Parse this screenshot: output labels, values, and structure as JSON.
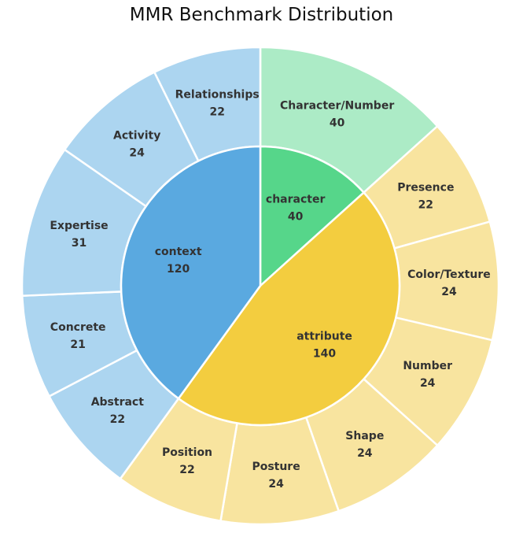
{
  "chart_data": {
    "type": "sunburst",
    "title": "MMR Benchmark Distribution",
    "inner": [
      {
        "name": "character",
        "value": 40,
        "color": "#56d68a"
      },
      {
        "name": "attribute",
        "value": 140,
        "color": "#f3cd3f"
      },
      {
        "name": "context",
        "value": 120,
        "color": "#5aa9e0"
      }
    ],
    "outer": [
      {
        "name": "Character/Number",
        "value": 40,
        "parent": "character",
        "color": "#acebc6"
      },
      {
        "name": "Presence",
        "value": 22,
        "parent": "attribute",
        "color": "#f8e49f"
      },
      {
        "name": "Color/Texture",
        "value": 24,
        "parent": "attribute",
        "color": "#f8e49f"
      },
      {
        "name": "Number",
        "value": 24,
        "parent": "attribute",
        "color": "#f8e49f"
      },
      {
        "name": "Shape",
        "value": 24,
        "parent": "attribute",
        "color": "#f8e49f"
      },
      {
        "name": "Posture",
        "value": 24,
        "parent": "attribute",
        "color": "#f8e49f"
      },
      {
        "name": "Position",
        "value": 22,
        "parent": "attribute",
        "color": "#f8e49f"
      },
      {
        "name": "Abstract",
        "value": 22,
        "parent": "context",
        "color": "#acd5f0"
      },
      {
        "name": "Concrete",
        "value": 21,
        "parent": "context",
        "color": "#acd5f0"
      },
      {
        "name": "Expertise",
        "value": 31,
        "parent": "context",
        "color": "#acd5f0"
      },
      {
        "name": "Activity",
        "value": 24,
        "parent": "context",
        "color": "#acd5f0"
      },
      {
        "name": "Relationships",
        "value": 22,
        "parent": "context",
        "color": "#acd5f0"
      }
    ]
  }
}
